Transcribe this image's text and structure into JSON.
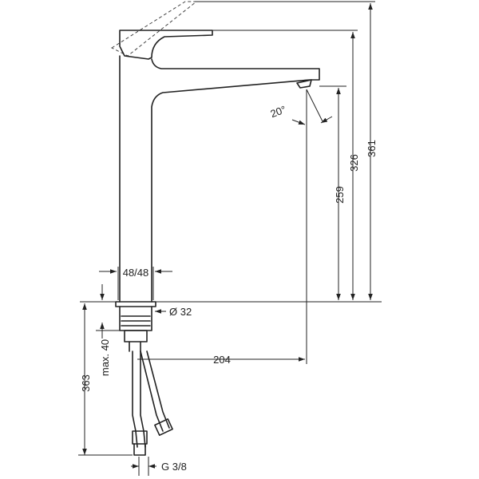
{
  "dimensions": {
    "height_total": "361",
    "height_lever": "326",
    "height_spout": "259",
    "pipe_width": "48/48",
    "hole_diameter": "Ø 32",
    "reach": "204",
    "max_thickness": "max. 40",
    "hose_length": "363",
    "thread": "G 3/8",
    "angle": "20°"
  }
}
